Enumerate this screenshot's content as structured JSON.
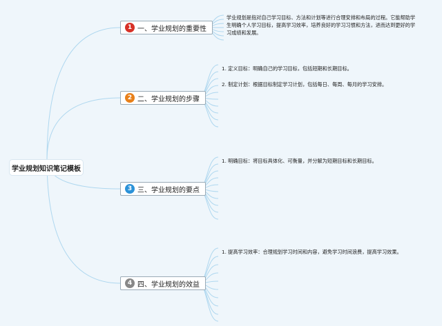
{
  "root": {
    "title": "学业规划知识笔记模板"
  },
  "branches": [
    {
      "num": "1",
      "label": "一、学业规划的重要性",
      "color": "#d73127",
      "notes": [
        "学业规划是指对自己学习目标、方法和计划等进行合理安排和布局的过程。它能帮助学生明确个人学习目标，提高学习效率，培养良好的学习习惯和方法，进而达到更好的学习成绩和发展。"
      ]
    },
    {
      "num": "2",
      "label": "二、学业规划的步骤",
      "color": "#e8801a",
      "notes": [
        "1. 定义目标：明确自己的学习目标，包括短期和长期目标。",
        "2. 制定计划：根据目标制定学习计划，包括每日、每周、每月的学习安排。"
      ]
    },
    {
      "num": "3",
      "label": "三、学业规划的要点",
      "color": "#2b92d8",
      "notes": [
        "1. 明确目标：将目标具体化、可衡量，并分解为短期目标和长期目标。"
      ]
    },
    {
      "num": "4",
      "label": "四、学业规划的效益",
      "color": "#888888",
      "notes": [
        "1. 提高学习效率：合理规划学习时间和内容，避免学习时间浪费，提高学习效果。"
      ]
    }
  ],
  "colors": {
    "line": "#aed7ef",
    "background": "#eff6fb"
  }
}
